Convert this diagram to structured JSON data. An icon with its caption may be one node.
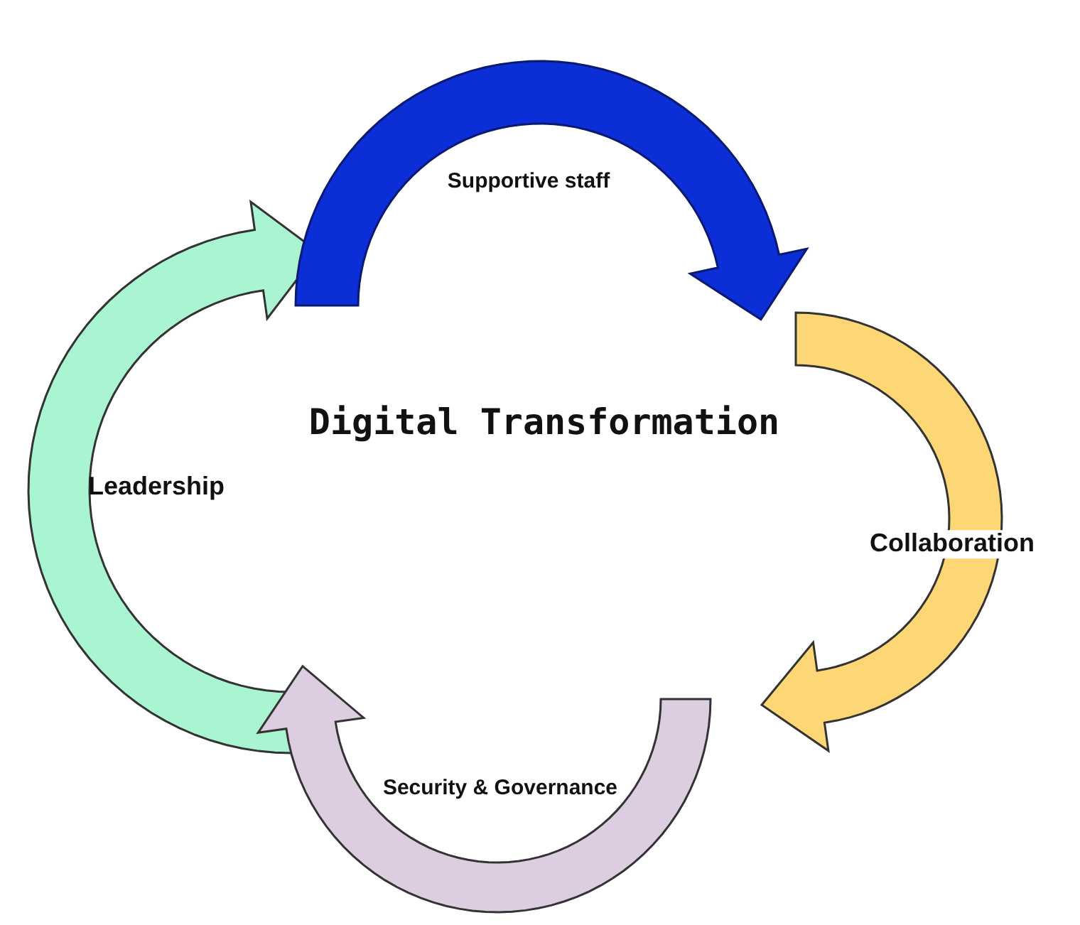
{
  "diagram": {
    "nodes": [
      {
        "text": [
          "Digital Transformation"
        ]
      },
      {
        "text": [
          "Supportive staff"
        ]
      },
      {
        "text": [
          "Collaboration"
        ]
      },
      {
        "text": [
          "Security & Governance"
        ]
      },
      {
        "text": [
          "Leadership"
        ]
      }
    ]
  }
}
